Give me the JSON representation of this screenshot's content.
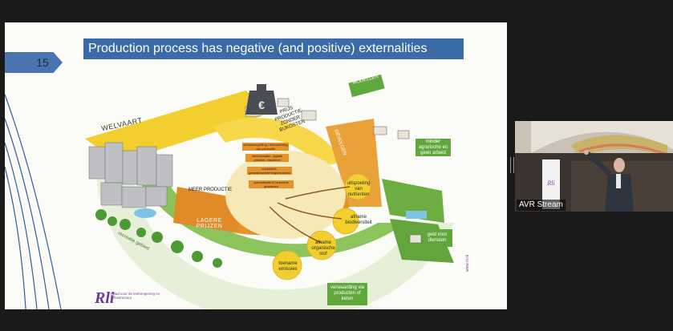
{
  "slide": {
    "title": "Production process has negative (and positive) externalities",
    "number": "15",
    "labels": {
      "welvaart": "WELVAART",
      "gevolgen": "GEVOLGEN",
      "verdien_modellen": "VERDIEN-MODELLEN",
      "prijs_productie": "PRIJS PRODUCTIE ZONDER BIJKOSTEN",
      "meer_productie": "MEER PRODUCTIE",
      "lagere_prijzen": "LAGERE PRIJZEN",
      "recreatie": "recreatie gebied",
      "schaal": "schaalvergroting / intensivering van productie",
      "mechanisatie": "mechanisatie, digitale precisie, machines",
      "kunstmest": "kunstmest, gewasbeschermingsmiddelen",
      "specialisatie": "specialisatie in bepaalde gewassen",
      "afname_biodiv": "afname biodiversiteit",
      "afname_org_stof": "afname organische stof",
      "toename_emissies": "toename emissies",
      "uitspoeling": "uitspoeling van nutrienten",
      "minder_agrarische": "minder agrarische en geen arbeid",
      "geld_diensten": "geld voor diensten",
      "verwaarding": "verwaarding via producten of keten",
      "logo_text": "Raad voor de leefomgeving en infrastructuur",
      "logo_mark": "Rli",
      "credit": "www.rli.nl"
    }
  },
  "video": {
    "name": "AVR Stream"
  },
  "colors": {
    "title_bg": "#3b6aa8",
    "slide_bg": "#fbfbf8",
    "yellow": "#f2cf2e",
    "orange": "#e3932a",
    "green": "#6fb142",
    "dark_green": "#3e8a2f"
  }
}
